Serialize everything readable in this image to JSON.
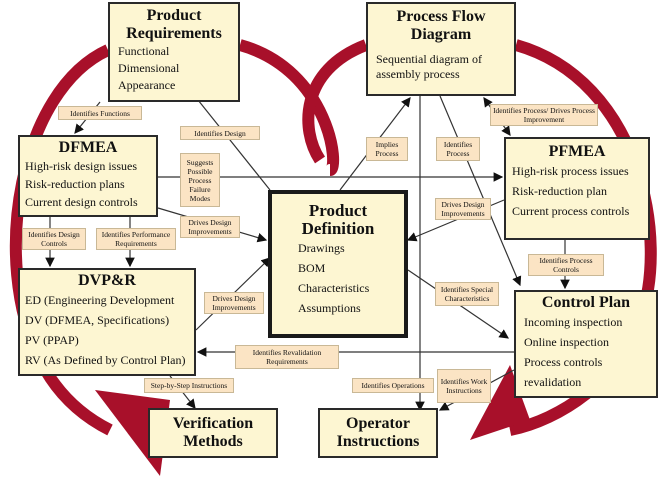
{
  "colors": {
    "box_fill": "#fdf6d2",
    "label_fill": "#fbe4c4",
    "cycle_arrow": "#a8102a"
  },
  "boxes": {
    "product_requirements": {
      "title": "Product Requirements",
      "items": [
        "Functional",
        "Dimensional",
        "Appearance"
      ]
    },
    "process_flow": {
      "title": "Process Flow Diagram",
      "items": [
        "Sequential diagram of assembly process"
      ]
    },
    "dfmea": {
      "title": "DFMEA",
      "items": [
        "High-risk design issues",
        "Risk-reduction plans",
        "Current design controls"
      ]
    },
    "pfmea": {
      "title": "PFMEA",
      "items": [
        "High-risk process issues",
        "Risk-reduction plan",
        "Current process controls"
      ]
    },
    "product_definition": {
      "title": "Product Definition",
      "items": [
        "Drawings",
        "BOM",
        "Characteristics",
        "Assumptions"
      ]
    },
    "dvpr": {
      "title": "DVP&R",
      "items": [
        "ED (Engineering Development",
        "DV (DFMEA, Specifications)",
        "PV (PPAP)",
        "RV (As Defined by Control Plan)"
      ]
    },
    "control_plan": {
      "title": "Control Plan",
      "items": [
        "Incoming inspection",
        "Online inspection",
        "Process controls",
        "revalidation"
      ]
    },
    "verification": {
      "title": "Verification Methods"
    },
    "operator": {
      "title": "Operator Instructions"
    }
  },
  "labels": {
    "identifies_functions": "Identifies Functions",
    "identifies_design": "Identifies Design",
    "suggests": "Suggests Possible Process Failure Modes",
    "drives_design_1": "Drives Design Improvements",
    "identifies_design_controls": "Identifies Design Controls",
    "identifies_performance": "Identifies Performance Requirements",
    "drives_design_2": "Drives Design Improvements",
    "implies_process": "Implies Process",
    "identifies_process": "Identifies Process",
    "identifies_process_drives": "Identifies Process/ Drives Process Improvement",
    "drives_design_3": "Drives Design Improvements",
    "identifies_process_controls": "Identifies Process Controls",
    "identifies_special": "Identifies Special Characteristics",
    "identifies_revalidation": "Identifies Revalidation Requirements",
    "step_by_step": "Step-by-Step Instructions",
    "identifies_operations": "Identifies Operations",
    "identifies_work": "Identifies Work Instructions"
  }
}
